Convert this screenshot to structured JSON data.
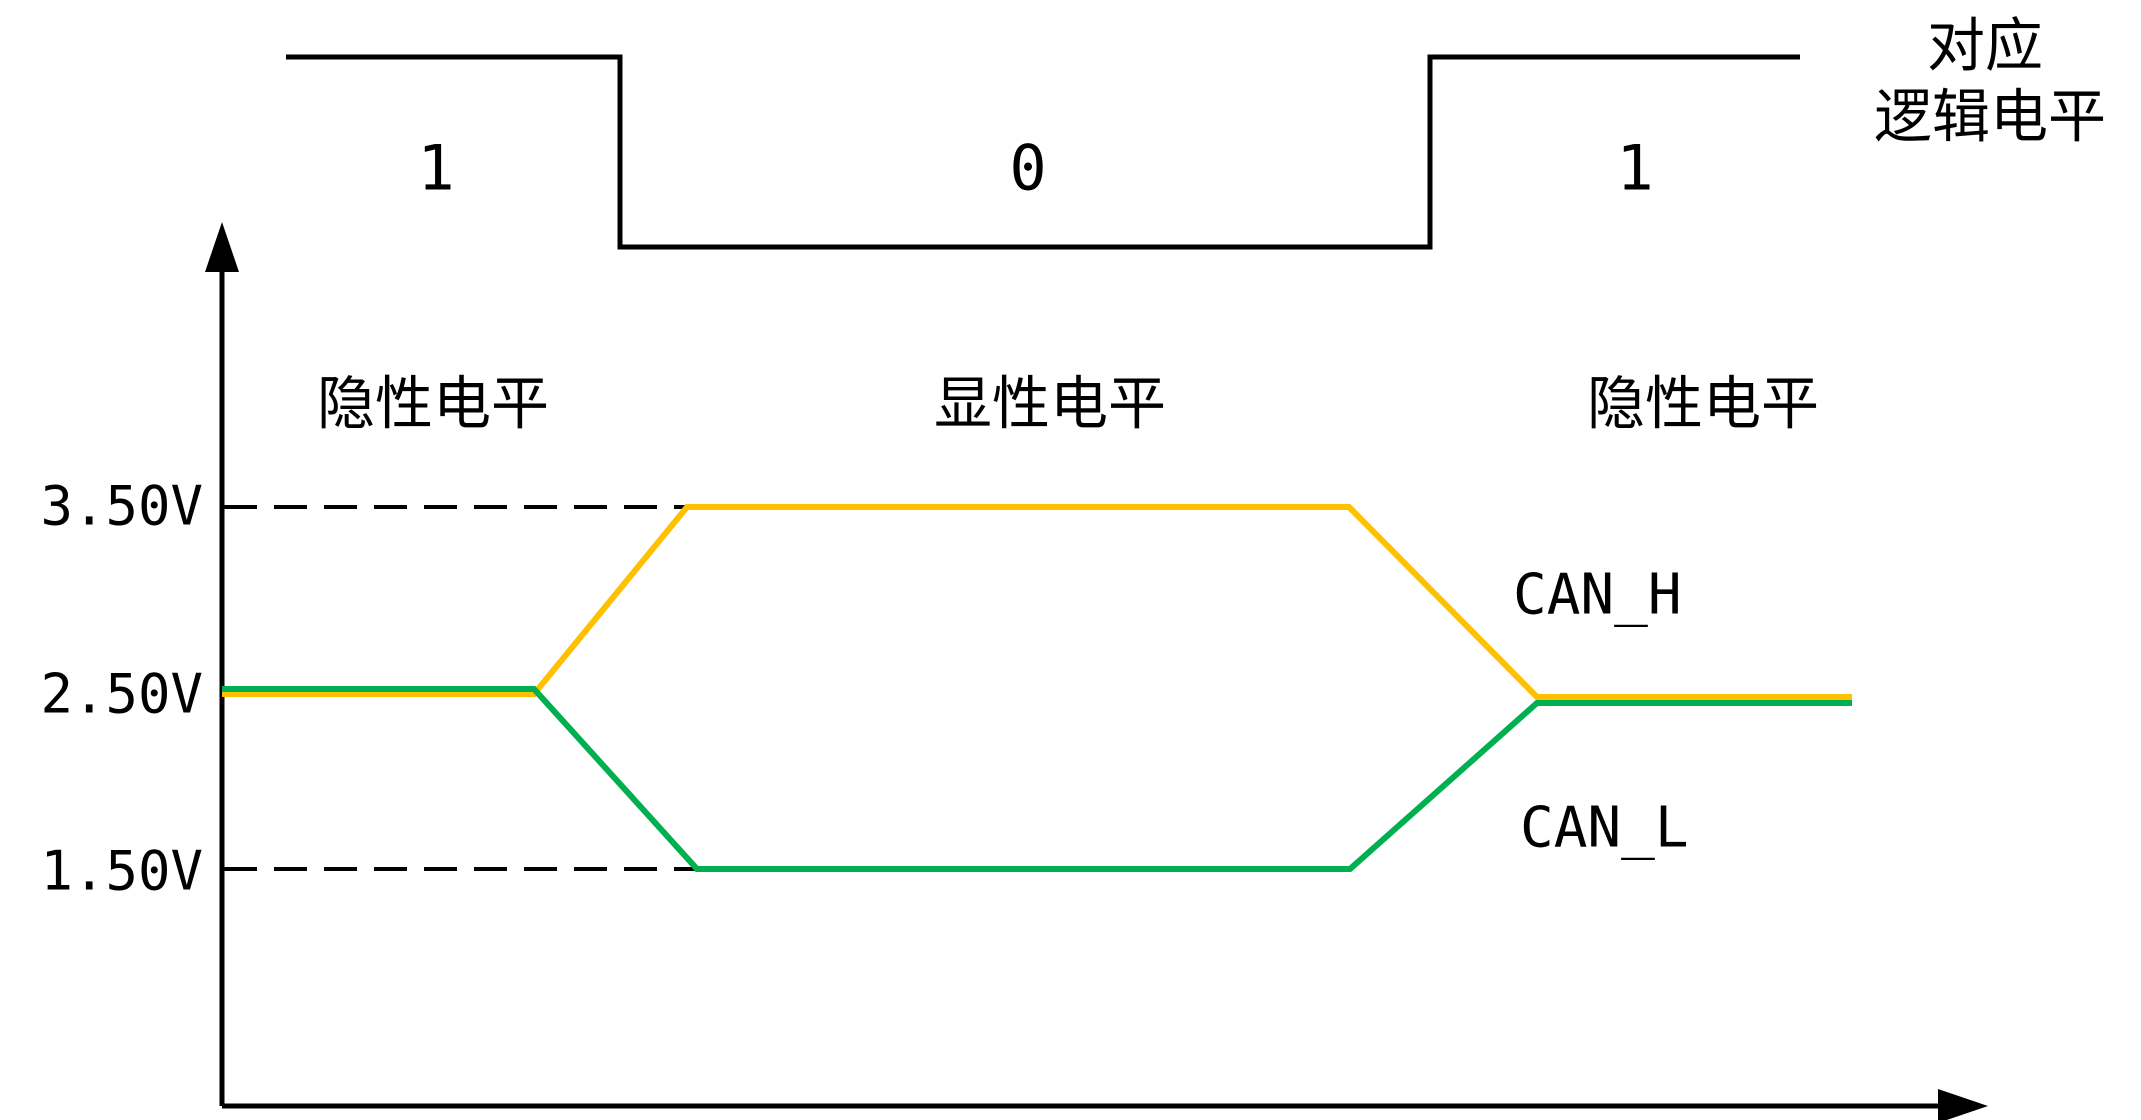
{
  "annotation": {
    "line1": "对应",
    "line2": "逻辑电平"
  },
  "logic": {
    "bits": [
      "1",
      "0",
      "1"
    ]
  },
  "regions": {
    "left": "隐性电平",
    "middle": "显性电平",
    "right": "隐性电平"
  },
  "voltage_ticks": {
    "high": "3.50V",
    "mid": "2.50V",
    "low": "1.50V"
  },
  "signals": {
    "can_h": {
      "label": "CAN_H",
      "color": "#FFC000"
    },
    "can_l": {
      "label": "CAN_L",
      "color": "#00B050"
    }
  },
  "colors": {
    "ink": "#000000",
    "background": "#FFFFFF"
  },
  "chart_data": {
    "type": "line",
    "title": "",
    "y_ticks_v": [
      3.5,
      2.5,
      1.5
    ],
    "logic_bits": [
      1,
      0,
      1
    ],
    "bus_states": [
      "隐性电平",
      "显性电平",
      "隐性电平"
    ],
    "series": [
      {
        "name": "CAN_H",
        "color": "#FFC000",
        "voltage_sequence_v": [
          2.5,
          3.5,
          2.5
        ]
      },
      {
        "name": "CAN_L",
        "color": "#00B050",
        "voltage_sequence_v": [
          2.5,
          1.5,
          2.5
        ]
      }
    ],
    "legend_note": "对应逻辑电平"
  }
}
